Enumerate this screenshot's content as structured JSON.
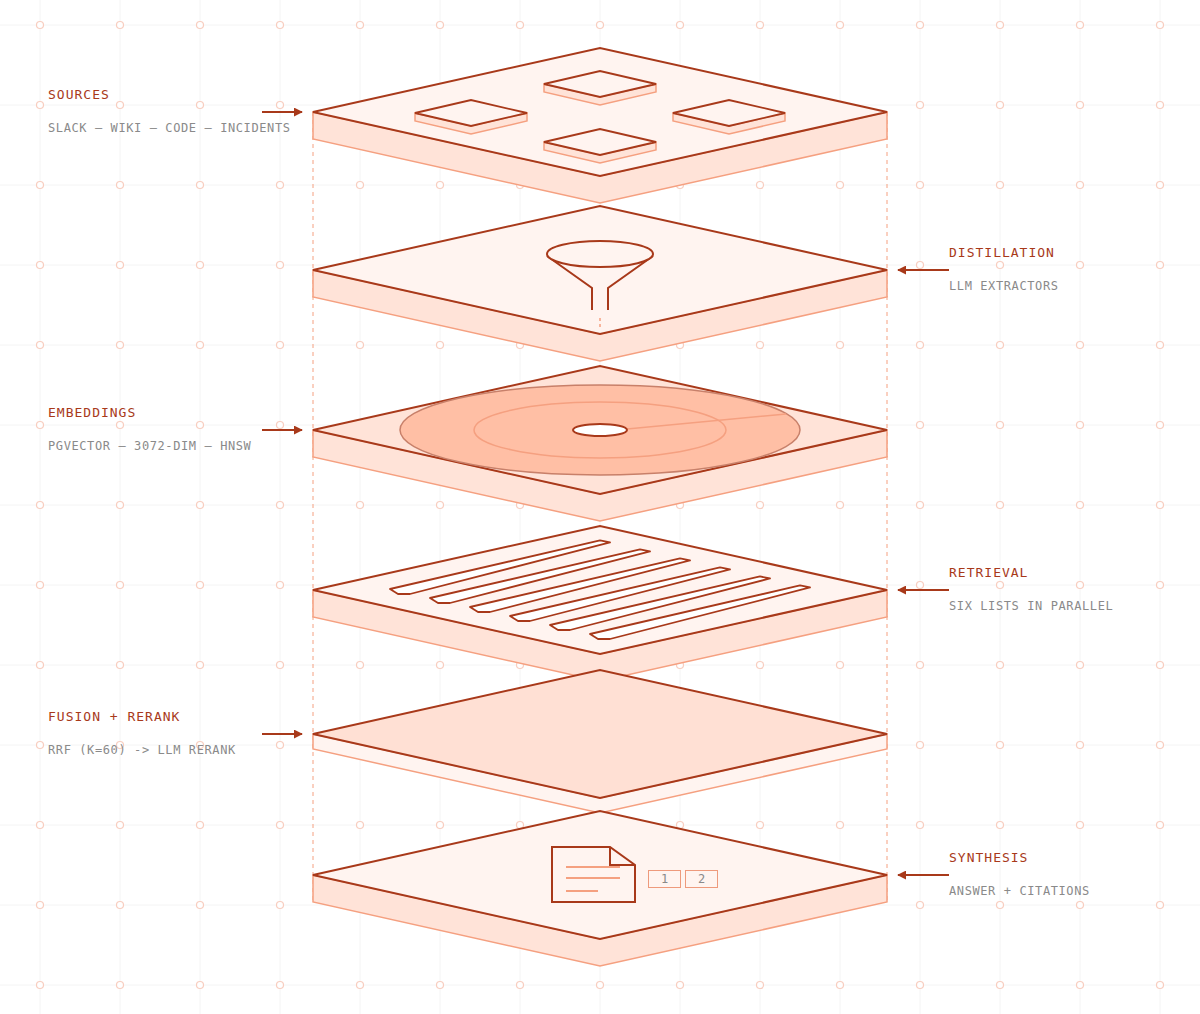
{
  "diagram": {
    "nodes": [
      {
        "text": [
          "SOURCES",
          "SLACK – WIKI – CODE – INCIDENTS"
        ]
      },
      {
        "text": [
          "DISTILLATION",
          "LLM EXTRACTORS"
        ]
      },
      {
        "text": [
          "EMBEDDINGS",
          "PGVECTOR – 3072-DIM – HNSW"
        ]
      },
      {
        "text": [
          "RETRIEVAL",
          "SIX LISTS IN PARALLEL"
        ]
      },
      {
        "text": [
          "FUSION + RERANK",
          "RRF (K=60) -> LLM RERANK"
        ]
      },
      {
        "text": [
          "SYNTHESIS",
          "ANSWER + CITATIONS"
        ]
      },
      {
        "text": [
          "1"
        ],
        "in": 5
      },
      {
        "text": [
          "2"
        ],
        "in": 5
      }
    ]
  }
}
